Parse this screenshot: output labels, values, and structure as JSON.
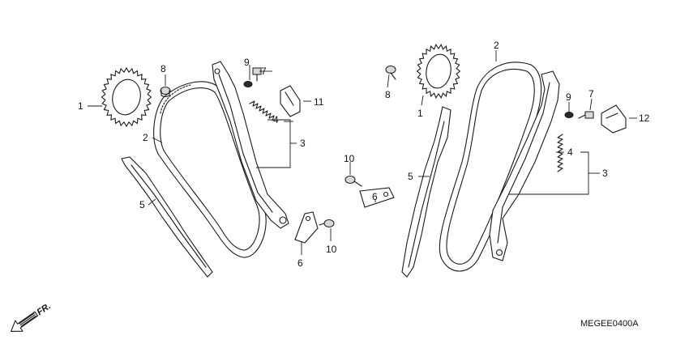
{
  "diagram": {
    "callouts_left": [
      {
        "id": "cl1",
        "label": "1"
      },
      {
        "id": "cl2",
        "label": "2"
      },
      {
        "id": "cl3",
        "label": "3"
      },
      {
        "id": "cl4",
        "label": "4"
      },
      {
        "id": "cl5",
        "label": "5"
      },
      {
        "id": "cl7",
        "label": "7"
      },
      {
        "id": "cl8",
        "label": "8"
      },
      {
        "id": "cl9",
        "label": "9"
      },
      {
        "id": "cl11",
        "label": "11"
      }
    ],
    "callouts_center": [
      {
        "id": "cc6a",
        "label": "6"
      },
      {
        "id": "cc6b",
        "label": "6"
      },
      {
        "id": "cc10a",
        "label": "10"
      },
      {
        "id": "cc10b",
        "label": "10"
      }
    ],
    "callouts_right": [
      {
        "id": "cr1",
        "label": "1"
      },
      {
        "id": "cr2",
        "label": "2"
      },
      {
        "id": "cr3",
        "label": "3"
      },
      {
        "id": "cr4",
        "label": "4"
      },
      {
        "id": "cr5",
        "label": "5"
      },
      {
        "id": "cr7",
        "label": "7"
      },
      {
        "id": "cr8",
        "label": "8"
      },
      {
        "id": "cr9",
        "label": "9"
      },
      {
        "id": "cr12",
        "label": "12"
      }
    ],
    "direction_label": "FR.",
    "diagram_code": "MEGEE0400A"
  }
}
